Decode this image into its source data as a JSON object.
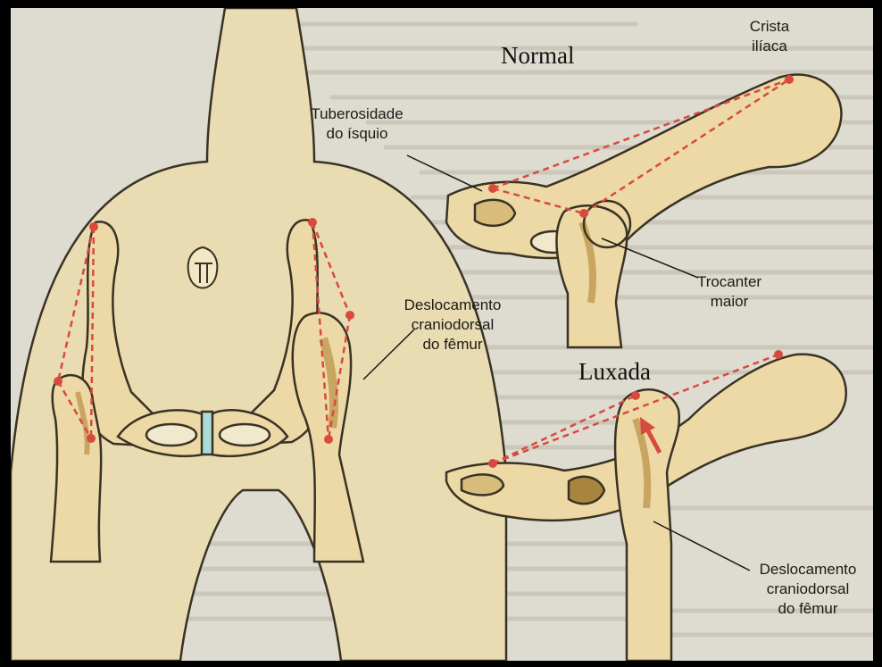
{
  "titles": {
    "normal": "Normal",
    "luxada": "Luxada"
  },
  "labels": {
    "crista_iliaca": [
      "Crista",
      "ilíaca"
    ],
    "tuberosidade_isquio": [
      "Tuberosidade",
      "do ísquio"
    ],
    "trocanter_maior": [
      "Trocanter",
      "maior"
    ],
    "deslocamento_left": [
      "Deslocamento",
      "craniodorsal",
      "do fêmur"
    ],
    "deslocamento_right": [
      "Deslocamento",
      "craniodorsal",
      "do fêmur"
    ]
  },
  "colors": {
    "bone": "#ecd9a6",
    "bone_shadow": "#c9a562",
    "skin": "#e9dcb2",
    "marker": "#d94a3e",
    "paper": "#dedbd0"
  }
}
